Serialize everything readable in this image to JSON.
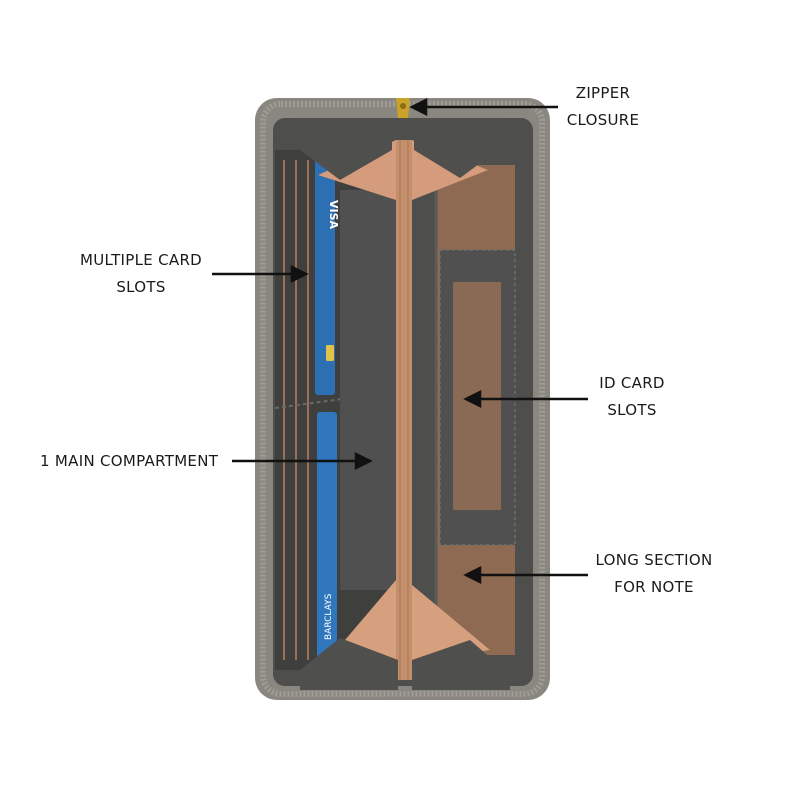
{
  "image": {
    "subject": "wallet-open-interior",
    "colors": {
      "background": "#ffffff",
      "exterior": "#8a8680",
      "interior": "#4e4e4c",
      "lining": "#9a7558",
      "peach": "#d49c7c",
      "card_blue": "#2d6fb3",
      "zipper_pull": "#c9a227",
      "arrow": "#111111"
    },
    "card_texts": {
      "visa": "VISA",
      "barclays": "BARCLAYS"
    }
  },
  "annotations": [
    {
      "id": "zipper",
      "lines": [
        "ZIPPER",
        "CLOSURE"
      ]
    },
    {
      "id": "cards",
      "lines": [
        "MULTIPLE CARD",
        "SLOTS"
      ]
    },
    {
      "id": "id",
      "lines": [
        "ID CARD",
        "SLOTS"
      ]
    },
    {
      "id": "main",
      "lines": [
        "1 MAIN COMPARTMENT"
      ]
    },
    {
      "id": "note",
      "lines": [
        "LONG SECTION",
        "FOR NOTE"
      ]
    }
  ]
}
